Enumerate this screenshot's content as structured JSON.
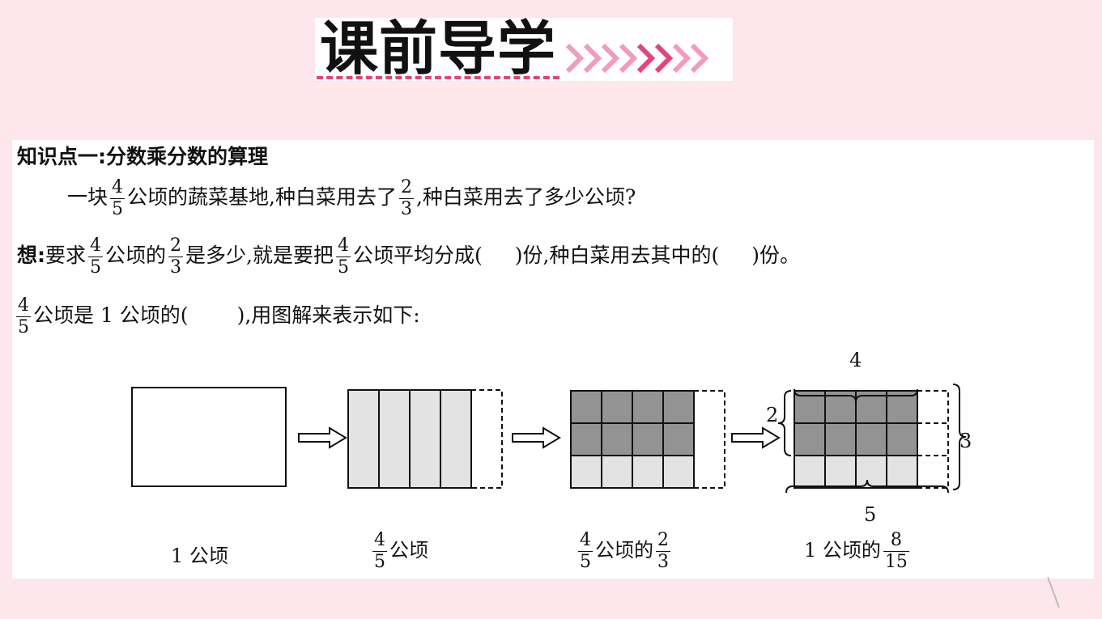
{
  "banner": {
    "title": "课前导学",
    "accent_color": "#e0457f",
    "arrow_color": "#f29bbf"
  },
  "section": {
    "heading": "知识点一:分数乘分数的算理"
  },
  "problem": {
    "part1": "一块",
    "frac1": {
      "num": "4",
      "den": "5"
    },
    "part2": "公顷的蔬菜基地,种白菜用去了",
    "frac2": {
      "num": "2",
      "den": "3"
    },
    "part3": ",种白菜用去了多少公顷?"
  },
  "think": {
    "label": "想",
    "colon": ":",
    "part1": "要求",
    "frac1": {
      "num": "4",
      "den": "5"
    },
    "part2": "公顷的",
    "frac2": {
      "num": "2",
      "den": "3"
    },
    "part3": "是多少,就是要把",
    "frac3": {
      "num": "4",
      "den": "5"
    },
    "part4": "公顷平均分成(",
    "part5": ")份,种白菜用去其中的(",
    "part6": ")份。"
  },
  "line3": {
    "frac": {
      "num": "4",
      "den": "5"
    },
    "part1": "公顷是 1 公顷的(",
    "part2": "),用图解来表示如下:"
  },
  "figure": {
    "captions": [
      {
        "pre": "1 公顷",
        "frac": null,
        "post": ""
      },
      {
        "pre": "",
        "frac": {
          "num": "4",
          "den": "5"
        },
        "post": "公顷"
      },
      {
        "pre": "",
        "frac": {
          "num": "4",
          "den": "5"
        },
        "post": "公顷的",
        "frac2": {
          "num": "2",
          "den": "3"
        }
      },
      {
        "pre": "1 公顷的",
        "frac": {
          "num": "8",
          "den": "15"
        },
        "post": ""
      }
    ],
    "brace_labels": {
      "top": "4",
      "left": "2",
      "right": "3",
      "bottom": "5"
    },
    "colors": {
      "light": "#e3e3e3",
      "dark": "#939393",
      "line": "#111111"
    }
  }
}
